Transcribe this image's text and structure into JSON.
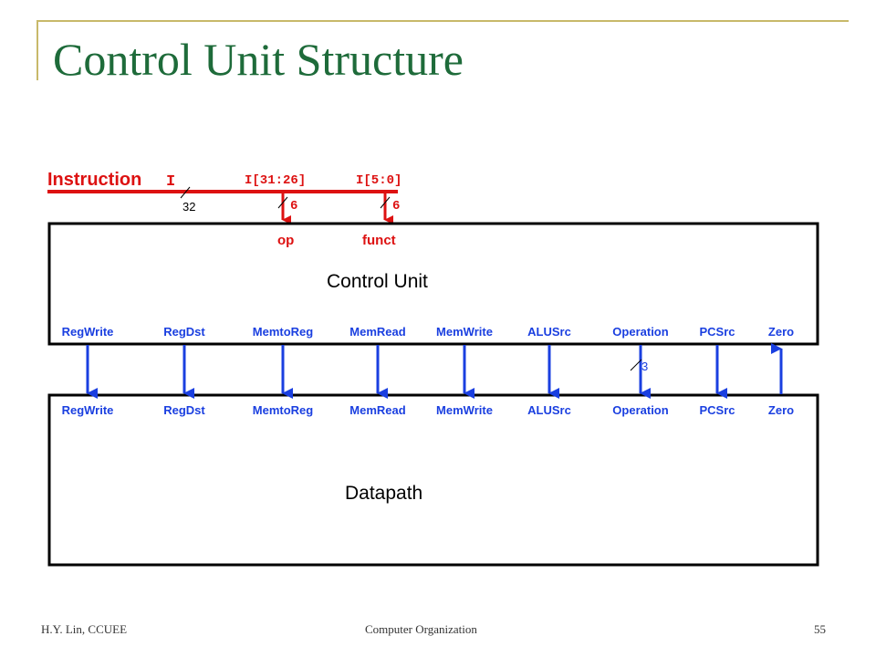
{
  "slide": {
    "title": "Control Unit Structure"
  },
  "diagram": {
    "instruction_label": "Instruction",
    "instruction_var": "I",
    "instruction_width": "32",
    "field_op_bits": "I[31:26]",
    "field_funct_bits": "I[5:0]",
    "field_op_width": "6",
    "field_funct_width": "6",
    "op_label": "op",
    "funct_label": "funct",
    "control_unit_label": "Control Unit",
    "datapath_label": "Datapath",
    "operation_width": "3",
    "signals": [
      {
        "name": "RegWrite",
        "direction": "down"
      },
      {
        "name": "RegDst",
        "direction": "down"
      },
      {
        "name": "MemtoReg",
        "direction": "down"
      },
      {
        "name": "MemRead",
        "direction": "down"
      },
      {
        "name": "MemWrite",
        "direction": "down"
      },
      {
        "name": "ALUSrc",
        "direction": "down"
      },
      {
        "name": "Operation",
        "direction": "down"
      },
      {
        "name": "PCSrc",
        "direction": "down"
      },
      {
        "name": "Zero",
        "direction": "up"
      }
    ],
    "colors": {
      "signal": "#1a3fe0",
      "instruction": "#dd1111",
      "title": "#1e6b3a",
      "frame": "#c8b96a"
    }
  },
  "footer": {
    "author": "H.Y. Lin, CCUEE",
    "course": "Computer Organization",
    "page": "55"
  }
}
